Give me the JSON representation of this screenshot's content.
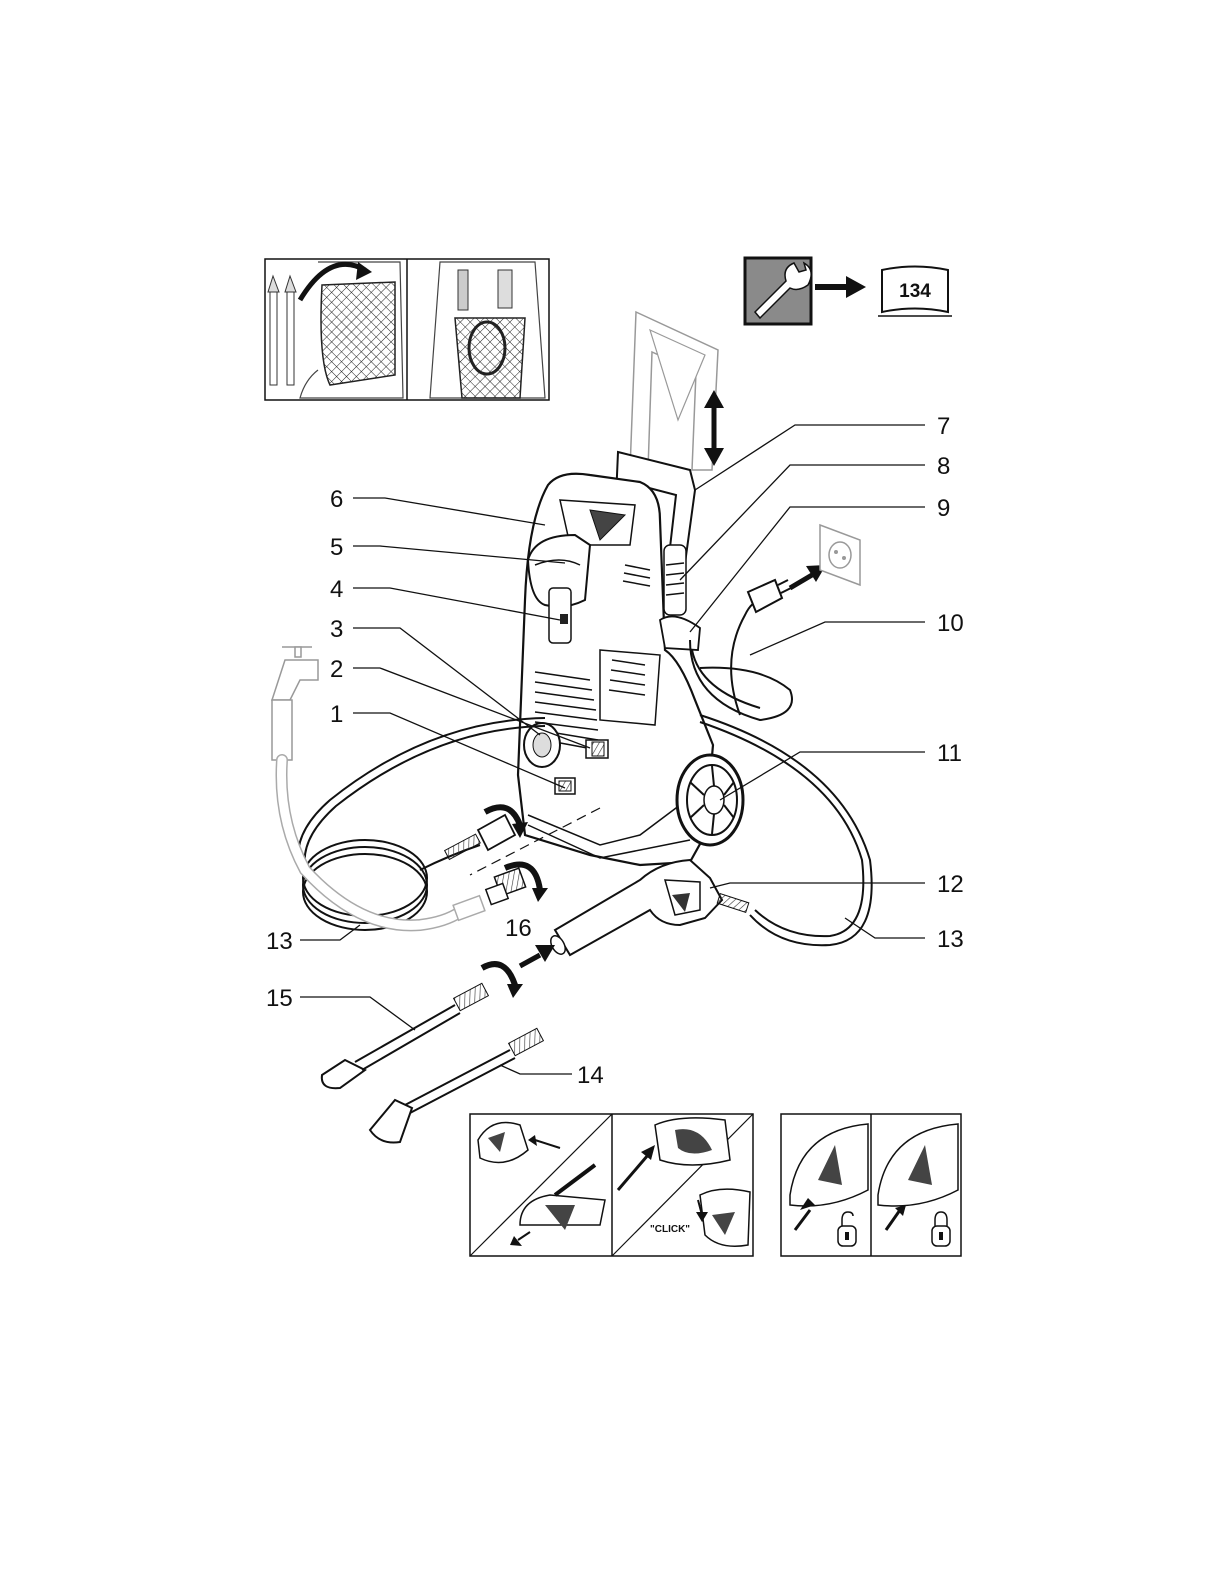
{
  "reference_page": "134",
  "click_label": "\"CLICK\"",
  "callouts": {
    "c1": "1",
    "c2": "2",
    "c3": "3",
    "c4": "4",
    "c5": "5",
    "c6": "6",
    "c7": "7",
    "c8": "8",
    "c9": "9",
    "c10": "10",
    "c11": "11",
    "c12": "12",
    "c13_left": "13",
    "c13_right": "13",
    "c14": "14",
    "c15": "15",
    "c16": "16"
  },
  "icons": [
    "wrench-icon",
    "book-icon",
    "arrow-right-icon",
    "lock-open-icon",
    "lock-closed-icon",
    "socket-icon",
    "tap-icon"
  ]
}
